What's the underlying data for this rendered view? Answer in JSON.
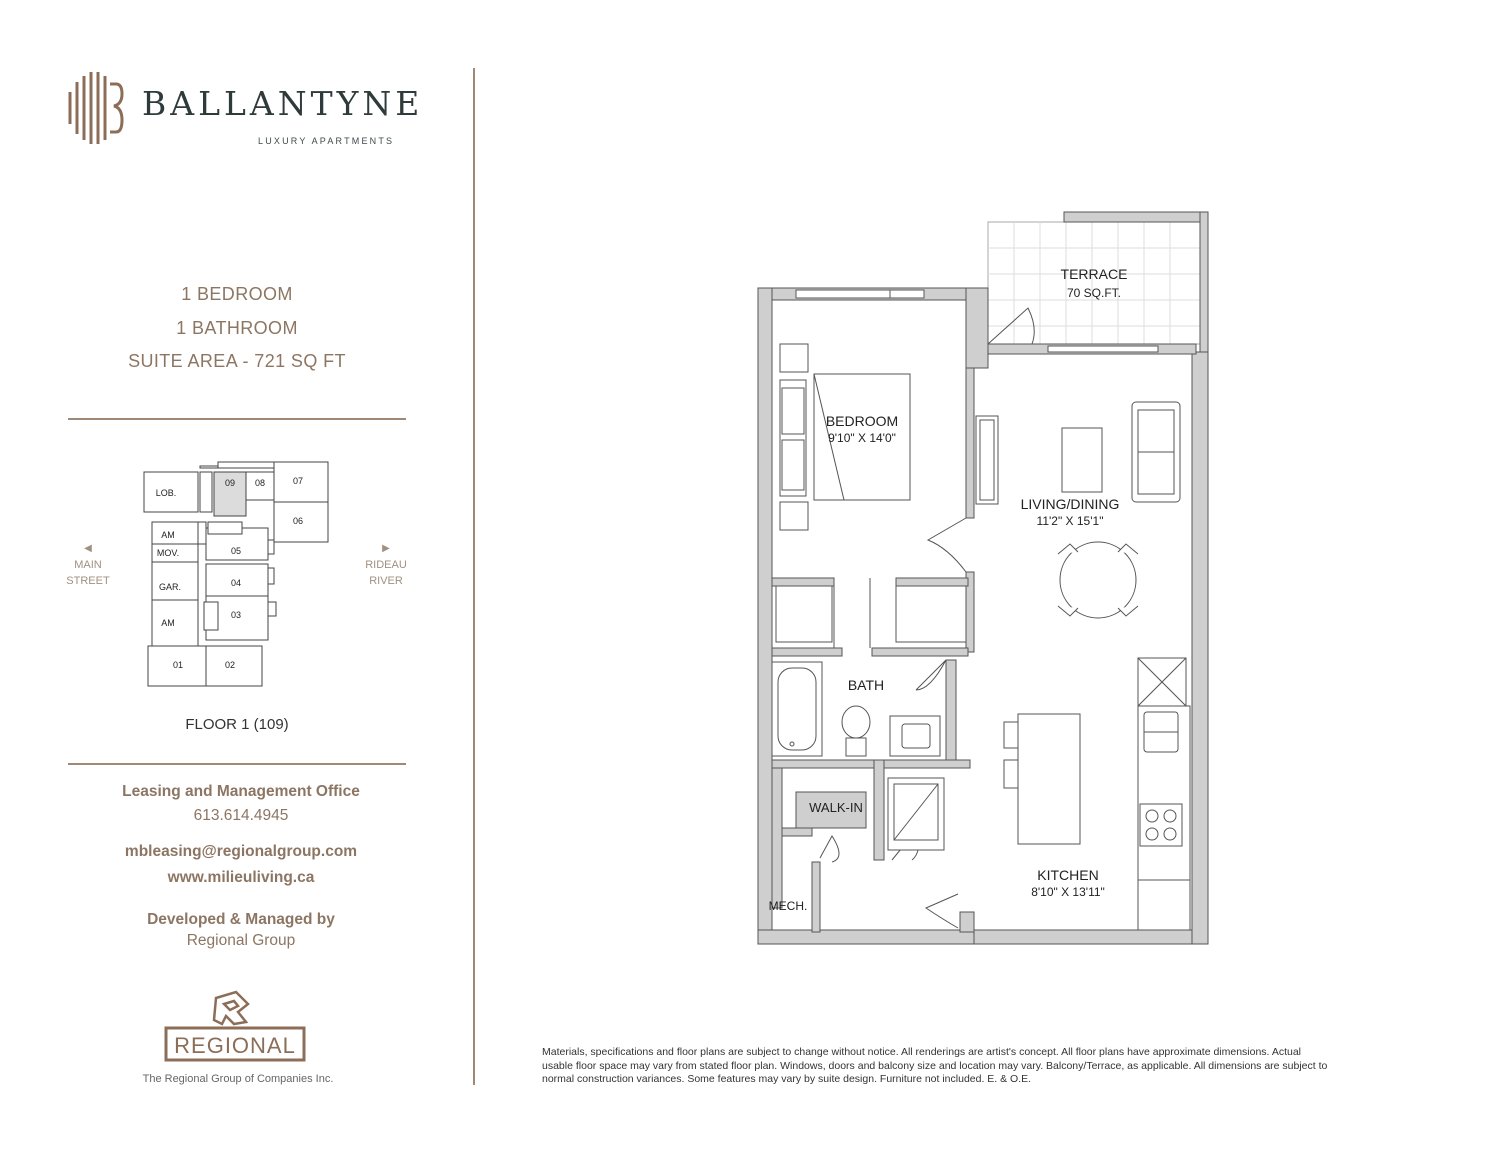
{
  "brand": {
    "name": "BALLANTYNE",
    "tagline": "LUXURY APARTMENTS"
  },
  "suite": {
    "bedrooms": "1 BEDROOM",
    "bathrooms": "1 BATHROOM",
    "area": "SUITE AREA - 721 SQ FT"
  },
  "keyplan": {
    "units": [
      "LOB.",
      "09",
      "08",
      "07",
      "06",
      "AM",
      "MOV.",
      "05",
      "04",
      "GAR.",
      "AM",
      "03",
      "01",
      "02"
    ],
    "left_label": "MAIN STREET",
    "left_label_line1": "MAIN",
    "left_label_line2": "STREET",
    "right_label_line1": "RIDEAU",
    "right_label_line2": "RIVER",
    "highlight_color": "#dcdcdc",
    "floor": "FLOOR 1 (109)"
  },
  "contact": {
    "office_title": "Leasing and Management Office",
    "phone": "613.614.4945",
    "email": "mbleasing@regionalgroup.com",
    "website": "www.milieuliving.ca",
    "developed_by_title": "Developed & Managed by",
    "developer": "Regional Group"
  },
  "regional": {
    "logo_text": "REGIONAL",
    "company": "The Regional Group of Companies Inc."
  },
  "floorplan": {
    "terrace": {
      "name": "TERRACE",
      "area": "70 SQ.FT."
    },
    "bedroom": {
      "name": "BEDROOM",
      "dims": "9'10\" X 14'0\""
    },
    "living": {
      "name": "LIVING/DINING",
      "dims": "11'2\" X 15'1\""
    },
    "bath": {
      "name": "BATH"
    },
    "walkin": {
      "name": "WALK-IN"
    },
    "mech": {
      "name": "MECH."
    },
    "kitchen": {
      "name": "KITCHEN",
      "dims": "8'10\" X 13'11\""
    }
  },
  "colors": {
    "accent": "#8c7663",
    "rule": "#a08874",
    "wall": "#cfcfcf",
    "dark_text": "#2f3a3a"
  },
  "disclaimer": {
    "line1": "Materials, specifications and floor plans are subject to change without notice. All renderings are artist's concept. All floor plans have approximate dimensions. Actual",
    "line2": "usable floor space may vary from stated floor plan. Windows, doors and balcony size and location may vary. Balcony/Terrace, as applicable. All dimensions are subject to",
    "line3": "normal construction variances. Some features may vary by suite design. Furniture not included. E. & O.E."
  }
}
